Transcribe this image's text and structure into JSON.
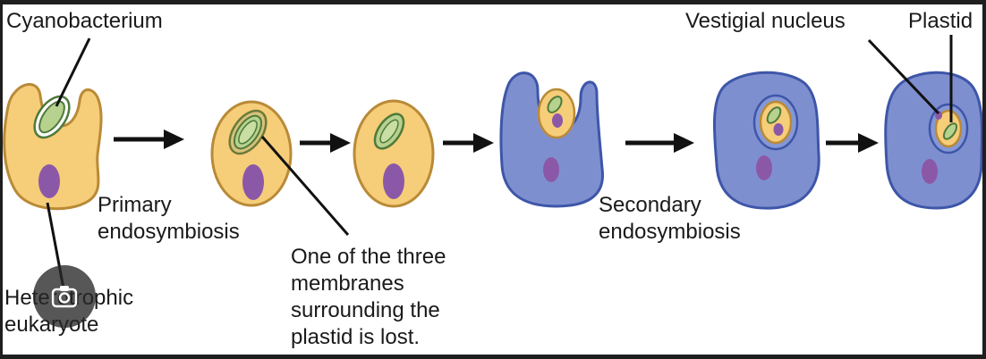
{
  "labels": {
    "cyanobacterium": "Cyanobacterium",
    "vestigial_nucleus": "Vestigial nucleus",
    "plastid": "Plastid",
    "primary": [
      "Primary",
      "endosymbiosis"
    ],
    "secondary": [
      "Secondary",
      "endosymbiosis"
    ],
    "membrane_note": [
      "One of the three",
      "membranes",
      "surrounding the",
      "plastid is lost."
    ],
    "heterotrophic": [
      "Heterotrophic",
      "eukaryote"
    ]
  },
  "overlay": {
    "icon": "visual-search-icon"
  },
  "colors": {
    "host_cell_fill": "#f6cd78",
    "host_cell_stroke": "#b98a37",
    "blue_cell_fill": "#7e8fd0",
    "blue_cell_stroke": "#3e56a8",
    "plastid_fill": "#b7d18e",
    "plastid_stroke": "#4f7a3a",
    "nucleus_fill": "#8b58a8",
    "arrow": "#111111"
  }
}
